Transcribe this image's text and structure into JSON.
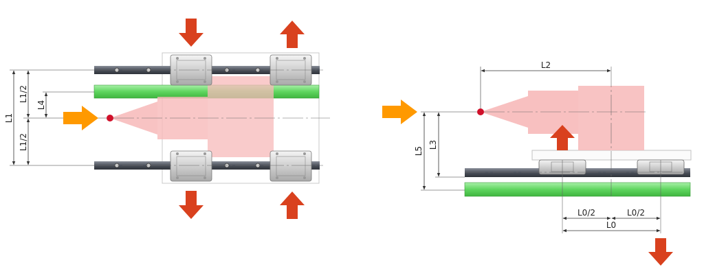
{
  "labels": {
    "L1": "L1",
    "L1_half_top": "L1/2",
    "L1_half_bottom": "L1/2",
    "L4": "L4",
    "L2": "L2",
    "L3": "L3",
    "L5": "L5",
    "L0": "L0",
    "L0_half_left": "L0/2",
    "L0_half_right": "L0/2"
  },
  "colors": {
    "load_arrow": "#ff9900",
    "reaction_arrow": "#d9411e",
    "rail": "#555b66",
    "green_rail": "#6ddc6d",
    "tool_body": "#f7b9b9",
    "tool_point": "#d0102a",
    "block": "#d8d8d8"
  },
  "icons": {
    "load_arrow": "orange-right-arrow-icon",
    "reaction_down": "red-down-arrow-icon",
    "reaction_up": "red-up-arrow-icon"
  }
}
